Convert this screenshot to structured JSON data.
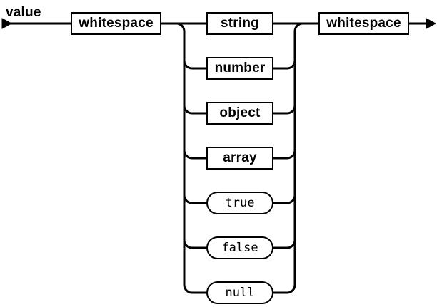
{
  "diagram": {
    "kind": "railroad-syntax-diagram",
    "rule_name": "value",
    "entry_node": {
      "label": "whitespace",
      "type": "nonterminal"
    },
    "branches": [
      {
        "label": "string",
        "type": "nonterminal"
      },
      {
        "label": "number",
        "type": "nonterminal"
      },
      {
        "label": "object",
        "type": "nonterminal"
      },
      {
        "label": "array",
        "type": "nonterminal"
      },
      {
        "label": "true",
        "type": "terminal"
      },
      {
        "label": "false",
        "type": "terminal"
      },
      {
        "label": "null",
        "type": "terminal"
      }
    ],
    "exit_node": {
      "label": "whitespace",
      "type": "nonterminal"
    },
    "colors": {
      "line": "#000000",
      "background": "#ffffff",
      "box_fill": "#ffffff"
    }
  }
}
